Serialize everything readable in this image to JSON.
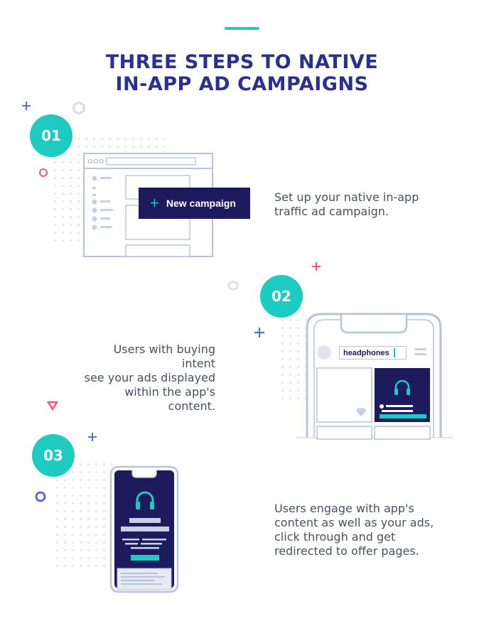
{
  "header": {
    "title_line1": "THREE STEPS TO NATIVE",
    "title_line2": "IN-APP AD CAMPAIGNS"
  },
  "steps": [
    {
      "number": "01",
      "description": [
        "Set up your native in-app",
        "traffic ad campaign."
      ]
    },
    {
      "number": "02",
      "description": [
        "Users with buying intent",
        "see your ads displayed",
        "within the app's content."
      ]
    },
    {
      "number": "03",
      "description": [
        "Users engage with app's",
        "content as well as your ads,",
        "click through and get",
        "redirected to offer pages."
      ]
    }
  ],
  "browser_mock": {
    "button_label": "New campaign",
    "button_icon": "plus-icon"
  },
  "phone_mock": {
    "search_value": "headphones",
    "ad_icon": "headphones-icon",
    "like_icon": "heart-icon"
  },
  "colors": {
    "accent": "#1ecbc0",
    "navy": "#1d1a5e",
    "title": "#2b2f8f",
    "outline": "#b7c3d9",
    "pink": "#f05a78",
    "blue": "#5a6ed6"
  }
}
